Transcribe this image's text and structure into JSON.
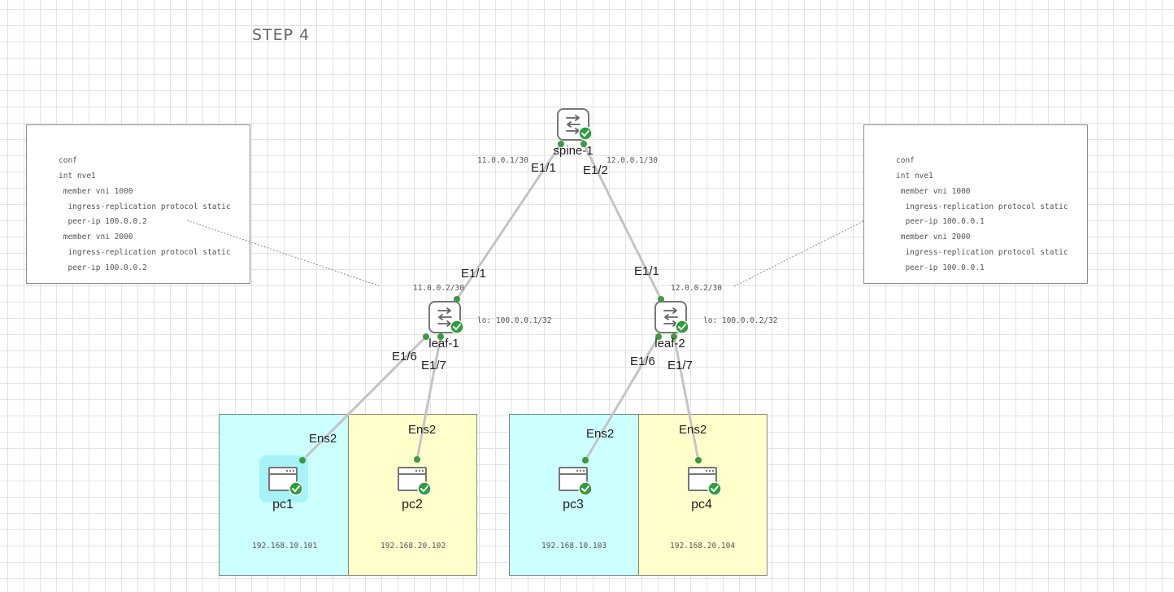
{
  "title": "STEP  4",
  "config_left": {
    "lines": [
      "conf",
      "int nve1",
      " member vni 1000",
      "  ingress-replication protocol static",
      "  peer-ip 100.0.0.2",
      " member vni 2000",
      "  ingress-replication protocol static",
      "  peer-ip 100.0.0.2"
    ]
  },
  "config_right": {
    "lines": [
      "conf",
      "int nve1",
      " member vni 1000",
      "  ingress-replication protocol static",
      "  peer-ip 100.0.0.1",
      " member vni 2000",
      "  ingress-replication protocol static",
      "  peer-ip 100.0.0.1"
    ]
  },
  "nodes": {
    "spine1": {
      "label": "spine-1",
      "icon": "switch-icon",
      "status": "ok"
    },
    "leaf1": {
      "label": "leaf-1",
      "icon": "switch-icon",
      "status": "ok",
      "loopback": "lo: 100.0.0.1/32"
    },
    "leaf2": {
      "label": "leaf-2",
      "icon": "switch-icon",
      "status": "ok",
      "loopback": "lo: 100.0.0.2/32"
    },
    "pc1": {
      "label": "pc1",
      "icon": "terminal-window-icon",
      "status": "ok",
      "ip": "192.168.10.101"
    },
    "pc2": {
      "label": "pc2",
      "icon": "terminal-window-icon",
      "status": "ok",
      "ip": "192.168.20.102"
    },
    "pc3": {
      "label": "pc3",
      "icon": "terminal-window-icon",
      "status": "ok",
      "ip": "192.168.10.103"
    },
    "pc4": {
      "label": "pc4",
      "icon": "terminal-window-icon",
      "status": "ok",
      "ip": "192.168.20.104"
    }
  },
  "links": {
    "spine_leaf1": {
      "a_port": "E1/1",
      "b_port": "E1/1",
      "a_addr": "11.0.0.1/30",
      "b_addr": "11.0.0.2/30"
    },
    "spine_leaf2": {
      "a_port": "E1/2",
      "b_port": "E1/1",
      "a_addr": "12.0.0.1/30",
      "b_addr": "12.0.0.2/30"
    },
    "leaf1_pc1": {
      "a_port": "E1/6",
      "b_port": "Ens2"
    },
    "leaf1_pc2": {
      "a_port": "E1/7",
      "b_port": "Ens2"
    },
    "leaf2_pc3": {
      "a_port": "E1/6",
      "b_port": "Ens2"
    },
    "leaf2_pc4": {
      "a_port": "E1/7",
      "b_port": "Ens2"
    }
  },
  "colors": {
    "link": "#c4c4c4",
    "port_dot": "#3d9a3d",
    "status_ok": "#2e9e3e",
    "zone_vlan10": "#ccffff",
    "zone_vlan20": "#ffffcc",
    "selection_highlight": "#a6f2f7"
  }
}
